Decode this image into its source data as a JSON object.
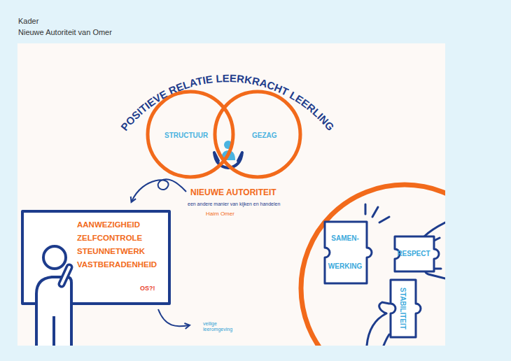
{
  "diagram": {
    "title": "POSITIEVE RELATIE LEERKRACHT LEERLING",
    "nodes": [
      {
        "text": [
          "STRUCTUUR"
        ]
      },
      {
        "text": [
          "GEZAG"
        ]
      },
      {
        "text": [
          "AANWEZIGHEID",
          "ZELFCONTROLE",
          "STEUNNETWERK",
          "VASTBERADENHEID"
        ]
      },
      {
        "text": [
          "SAMEN- WERKING"
        ]
      },
      {
        "text": [
          "RESPECT"
        ]
      },
      {
        "text": [
          "STABILITEIT"
        ]
      }
    ],
    "labels": [
      "Kader",
      "Nieuwe Autoriteit van Omer",
      "NIEUWE AUTORITEIT",
      "een andere manier van kijken en handelen",
      "Haim Omer",
      "OS?!",
      "veilige leeromgeving"
    ]
  }
}
